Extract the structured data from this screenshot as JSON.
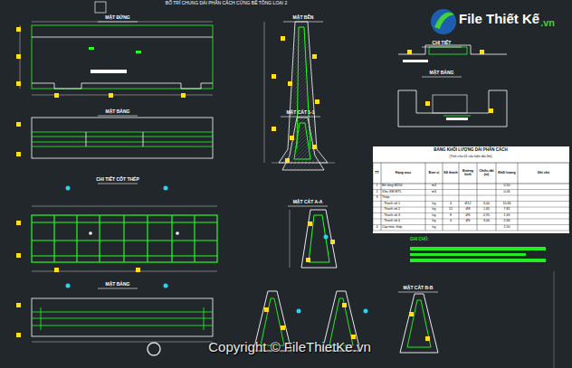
{
  "diagram": {
    "title": "BỐ TRÍ CHUNG DẢI PHÂN CÁCH CỨNG BÊ TÔNG LOẠI 2",
    "labels": [
      "MẶT ĐỨNG",
      "MẶT BẰNG",
      "CHI TIẾT CỐT THÉP",
      "MẶT BẰNG",
      "MẶT BÊN",
      "MẶT CẮT 1-1",
      "MẶT CẮT A-A",
      "MẶT CẮT B-B",
      "CHI TIẾT",
      "MẶT BẰNG",
      "BẢNG KHỐI LƯỢNG DẢI PHÂN CÁCH",
      "(Tính cho 01 cấu kiện dài 3m)",
      "TT",
      "Hạng mục",
      "Đơn vị",
      "Số thanh",
      "Đường kính",
      "Chiều dài (m)",
      "Khối lượng",
      "Ghi chú",
      "1",
      "Bê tông M250",
      "m3",
      "0,50",
      "2",
      "Vữa XM M75",
      "m3",
      "0,06",
      "3",
      "Thép",
      "- Thanh số 1",
      "kg",
      "4",
      "Ø12",
      "3,00",
      "10,66",
      "- Thanh số 2",
      "kg",
      "12",
      "Ø8",
      "1,65",
      "7,82",
      "- Thanh số 3",
      "kg",
      "8",
      "Ø6",
      "0,95",
      "1,69",
      "- Thanh số 4",
      "kg",
      "4",
      "Ø6",
      "3,00",
      "2,66",
      "4",
      "Cáp móc thép",
      "kg",
      "2,50",
      "GHI CHÚ:",
      "Copyright © FileThietKe.vn",
      "File Thiết Kế",
      ".vn"
    ]
  }
}
